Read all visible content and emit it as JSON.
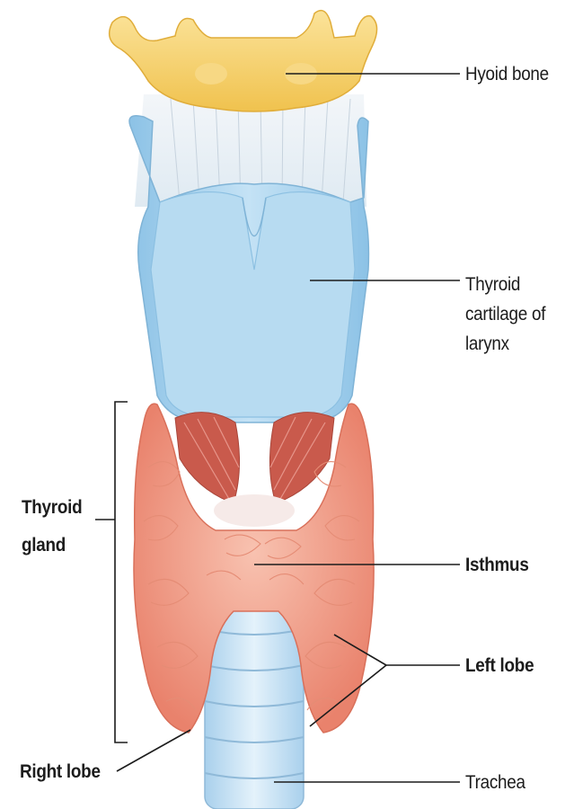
{
  "labels": {
    "hyoid_bone": "Hyoid bone",
    "thyroid_cartilage": "Thyroid\ncartilage of\nlarynx",
    "thyroid_gland": "Thyroid\ngland",
    "isthmus": "Isthmus",
    "left_lobe": "Left lobe",
    "right_lobe": "Right lobe",
    "trachea": "Trachea"
  },
  "colors": {
    "hyoid": "#f5cf6a",
    "cartilage": "#a8d2ec",
    "gland": "#f2a08c",
    "muscle": "#c9584a",
    "trachea": "#cfe6f6",
    "leader_line": "#1c1c1c"
  }
}
